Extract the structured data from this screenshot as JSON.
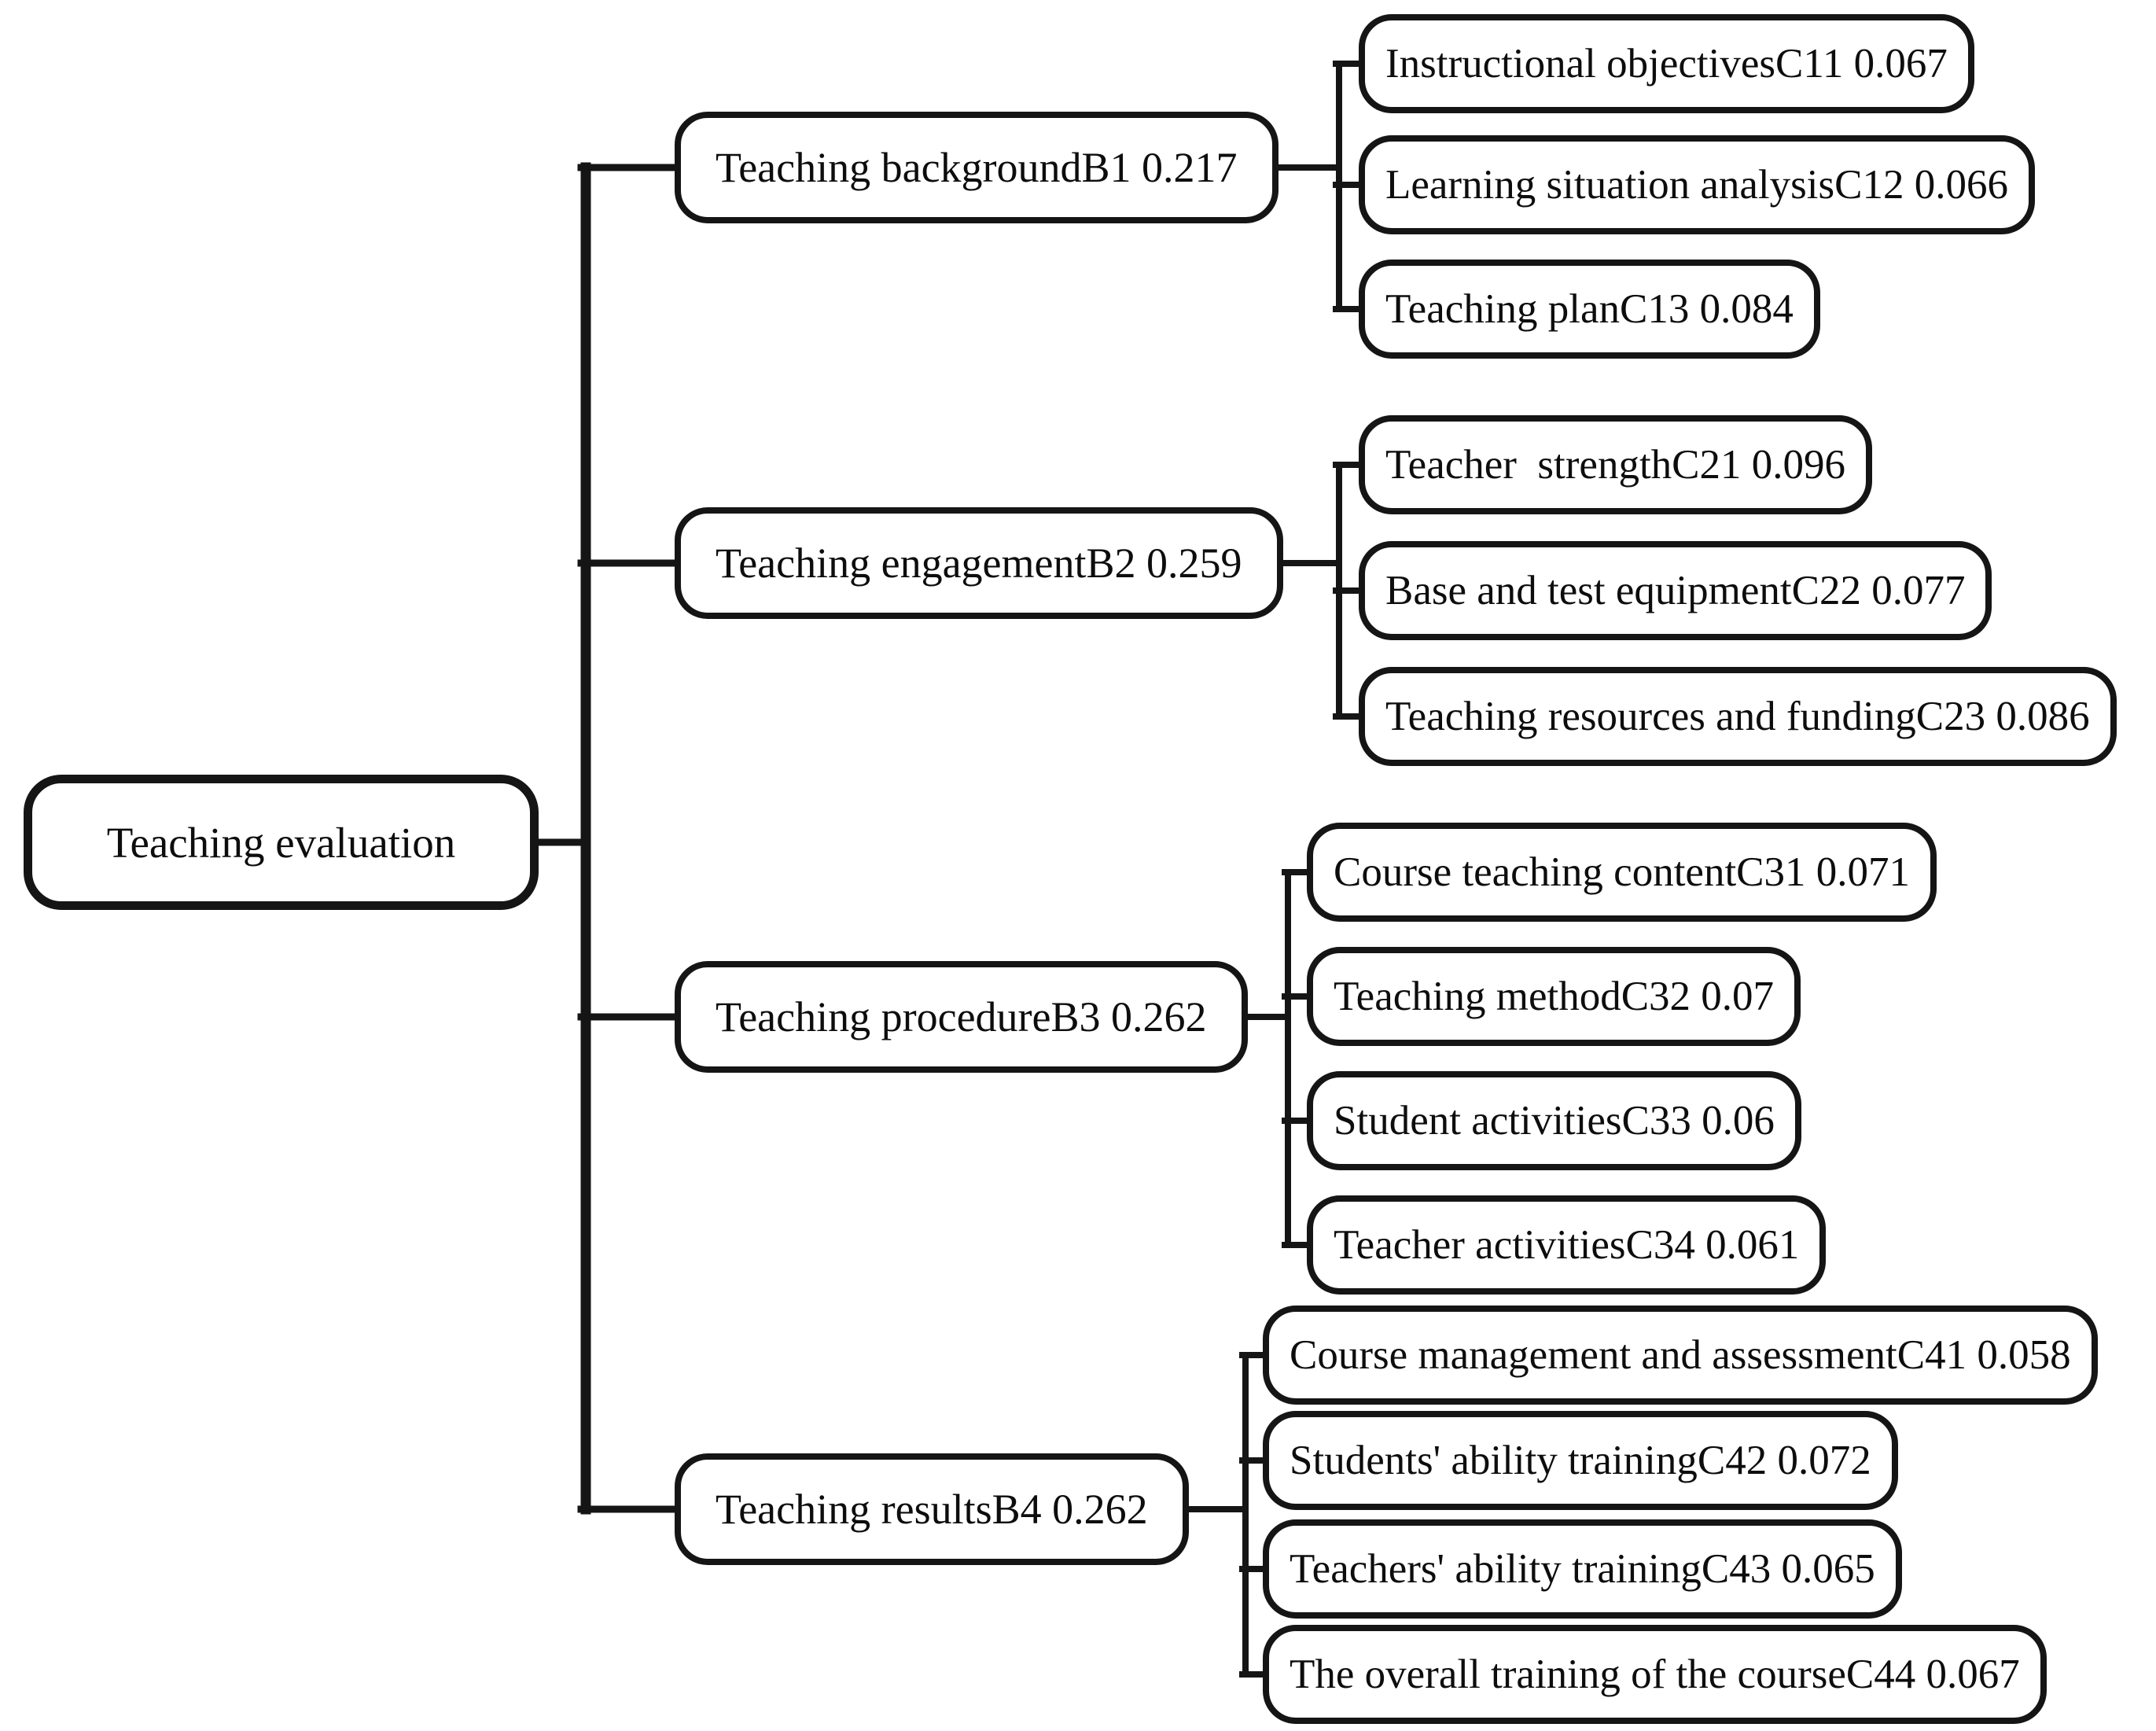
{
  "diagram": {
    "title": "Teaching evaluation hierarchy",
    "line_color": "#151515",
    "node_background": "#ffffff",
    "text_color": "#0d0d0d",
    "root": {
      "label": "Teaching evaluation"
    },
    "branches": [
      {
        "name": "Teaching background",
        "code": "B1",
        "weight": "0.217",
        "label": "Teaching backgroundB1 0.217",
        "children": [
          {
            "name": "Instructional objectives",
            "code": "C11",
            "weight": "0.067",
            "label": "Instructional objectivesC11 0.067"
          },
          {
            "name": "Learning situation analysis",
            "code": "C12",
            "weight": "0.066",
            "label": "Learning situation analysisC12 0.066"
          },
          {
            "name": "Teaching plan",
            "code": "C13",
            "weight": "0.084",
            "label": "Teaching planC13 0.084"
          }
        ]
      },
      {
        "name": "Teaching engagement",
        "code": "B2",
        "weight": "0.259",
        "label": "Teaching engagementB2 0.259",
        "children": [
          {
            "name": "Teacher strength",
            "code": "C21",
            "weight": "0.096",
            "label": "Teacher  strengthC21 0.096"
          },
          {
            "name": "Base and test equipment",
            "code": "C22",
            "weight": "0.077",
            "label": "Base and test equipmentC22 0.077"
          },
          {
            "name": "Teaching resources and funding",
            "code": "C23",
            "weight": "0.086",
            "label": "Teaching resources and fundingC23 0.086"
          }
        ]
      },
      {
        "name": "Teaching procedure",
        "code": "B3",
        "weight": "0.262",
        "label": "Teaching procedureB3 0.262",
        "children": [
          {
            "name": "Course teaching content",
            "code": "C31",
            "weight": "0.071",
            "label": "Course teaching contentC31 0.071"
          },
          {
            "name": "Teaching method",
            "code": "C32",
            "weight": "0.07",
            "label": "Teaching methodC32 0.07"
          },
          {
            "name": "Student activities",
            "code": "C33",
            "weight": "0.06",
            "label": "Student activitiesC33 0.06"
          },
          {
            "name": "Teacher activities",
            "code": "C34",
            "weight": "0.061",
            "label": "Teacher activitiesC34 0.061"
          }
        ]
      },
      {
        "name": "Teaching results",
        "code": "B4",
        "weight": "0.262",
        "label": "Teaching resultsB4 0.262",
        "children": [
          {
            "name": "Course management and assessment",
            "code": "C41",
            "weight": "0.058",
            "label": "Course management and assessmentC41 0.058"
          },
          {
            "name": "Students' ability training",
            "code": "C42",
            "weight": "0.072",
            "label": "Students' ability trainingC42 0.072"
          },
          {
            "name": "Teachers' ability training",
            "code": "C43",
            "weight": "0.065",
            "label": "Teachers' ability trainingC43 0.065"
          },
          {
            "name": "The overall training of the course",
            "code": "C44",
            "weight": "0.067",
            "label": "The overall training of the courseC44 0.067"
          }
        ]
      }
    ]
  }
}
